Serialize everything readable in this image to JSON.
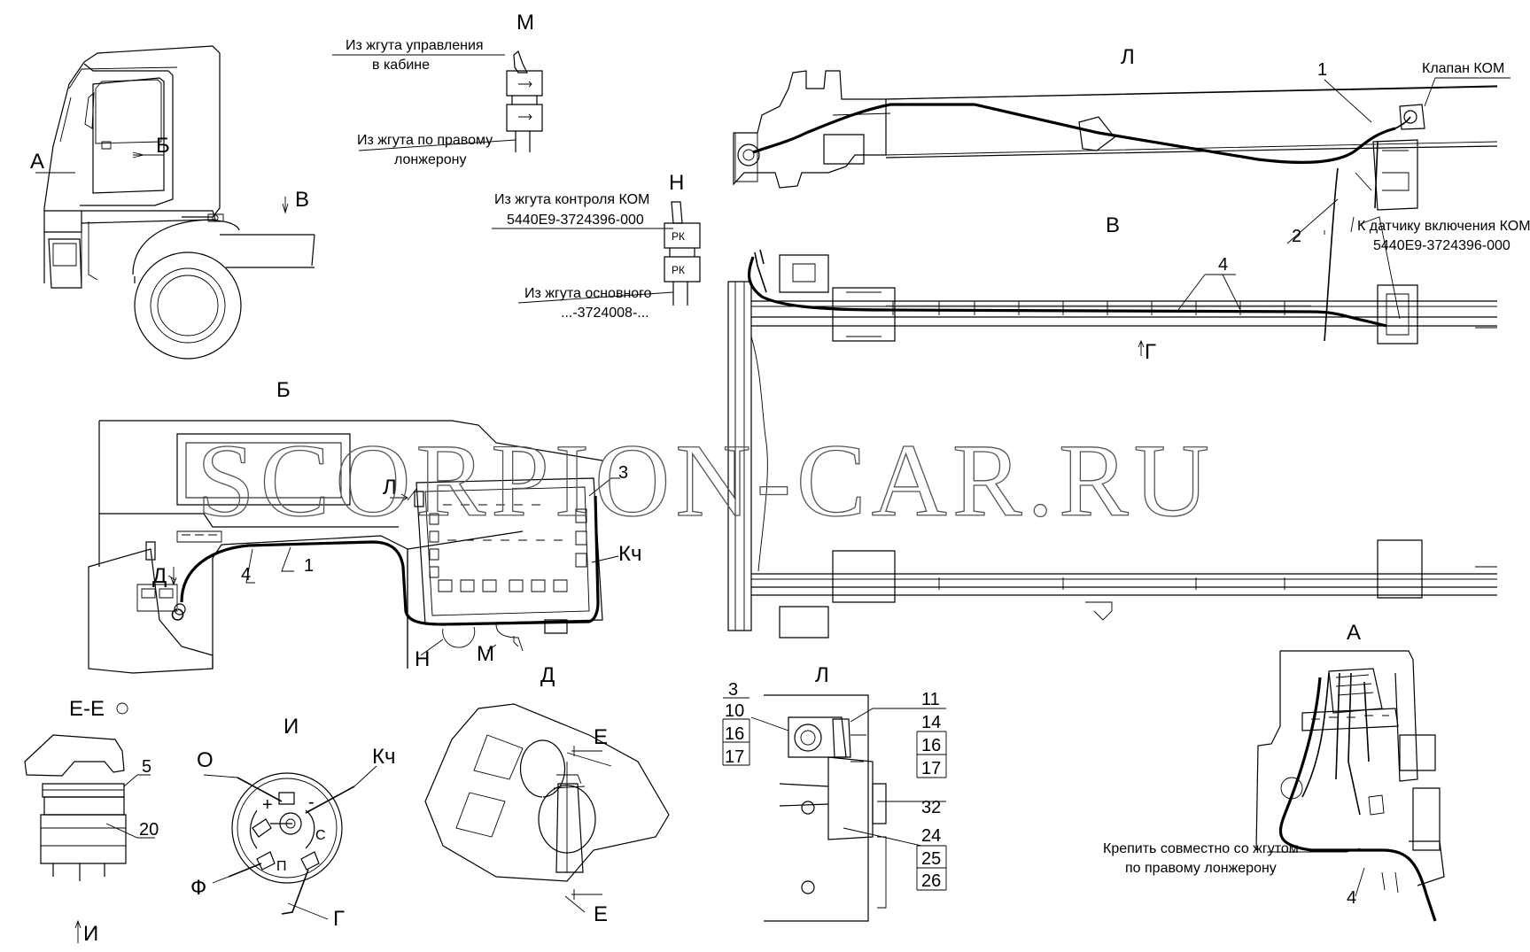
{
  "watermark": "SCORPION-CAR.RU",
  "views": {
    "M": "М",
    "N": "Н",
    "L_top": "Л",
    "V": "В",
    "B": "Б",
    "A_bottom": "А",
    "EE": "Е-Е",
    "I": "И",
    "D": "Д",
    "L_detail": "Л"
  },
  "truck": {
    "arrow_A": "А",
    "arrow_B": "Б",
    "arrow_V": "В"
  },
  "view_m": {
    "line1a": "Из жгута управления",
    "line1b": "в кабине",
    "line2a": "Из жгута по правому",
    "line2b": "лонжерону"
  },
  "view_n": {
    "line1a": "Из жгута контроля КОМ",
    "line1b": "5440Е9-3724396-000",
    "line2a": "Из жгута основного",
    "line2b": "...-3724008-...",
    "pk1": "РК",
    "pk2": "РК"
  },
  "view_l_top": {
    "n1": "1",
    "n2": "2",
    "valve": "Клапан КОМ",
    "sensor_a": "К датчику включения КОМ",
    "sensor_b": "5440Е9-3724396-000"
  },
  "view_v": {
    "n4": "4",
    "arrow_G": "Г"
  },
  "view_b": {
    "L": "Л",
    "n3": "3",
    "kch": "Кч",
    "D": "Д",
    "n4": "4",
    "n1": "1",
    "N": "Н",
    "M": "М"
  },
  "view_ee": {
    "n5": "5",
    "n20": "20",
    "arrow_I": "И"
  },
  "view_i": {
    "O": "О",
    "Kch": "Кч",
    "plus": "+",
    "minus": "-",
    "S": "С",
    "P": "П",
    "F": "Ф",
    "G": "Г"
  },
  "view_d": {
    "E_top": "Е",
    "E_bot": "Е"
  },
  "view_l_detail": {
    "left": [
      "3",
      "10",
      "16",
      "17"
    ],
    "right": [
      "11",
      "14",
      "16",
      "17",
      "32",
      "24",
      "25",
      "26"
    ]
  },
  "view_a": {
    "note_a": "Крепить совместно со жгутом",
    "note_b": "по правому лонжерону",
    "n4": "4"
  }
}
